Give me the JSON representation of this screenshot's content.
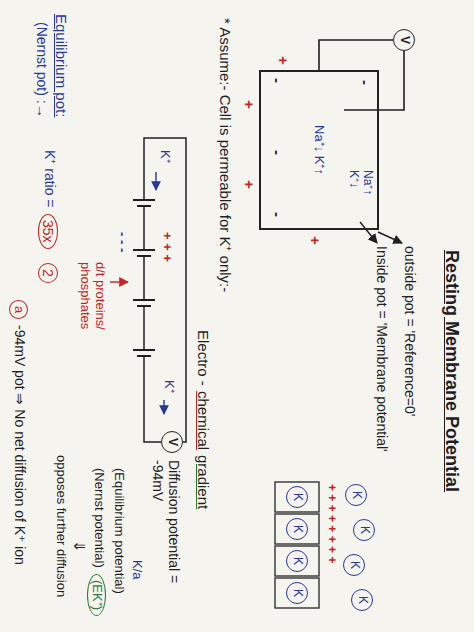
{
  "diagram": {
    "title": "Resting Membrane Potential",
    "nodes": [
      {
        "text": [
          "Na⁺↓ K⁺↑"
        ]
      },
      {
        "text": [
          "V"
        ]
      },
      {
        "text": [
          "K"
        ]
      },
      {
        "text": [
          "K"
        ]
      },
      {
        "text": [
          "K"
        ]
      },
      {
        "text": [
          "K"
        ]
      },
      {
        "text": [
          "K"
        ]
      },
      {
        "text": [
          "K"
        ]
      },
      {
        "text": [
          "K"
        ]
      },
      {
        "text": [
          "K"
        ]
      },
      {
        "text": [
          "V"
        ]
      }
    ],
    "edges": [
      {
        "from": 1,
        "to": 0,
        "arrow": "none"
      }
    ],
    "labels": [
      "Na⁺↑ K⁺↓",
      "+",
      "+",
      "+",
      "+",
      "-",
      "-",
      "-",
      "-",
      "outside pot = 'Reference=0'",
      "Inside pot = 'Membrane potential'",
      "+ + + + + + + +",
      "* Assume:- Cell is permeable for K⁺ only:-",
      "Electro -",
      "chemical",
      "gradient",
      "K⁺",
      "+ + +",
      "- - -",
      "K⁺",
      "d/t proteins/ phosphates",
      "Diffusion potential = -94mV",
      "K/a",
      "(Equilibrium potential)",
      "(Nernst potential)",
      "(EK⁺)",
      "⇓",
      "opposes further diffusion",
      "Equilibrium pot:",
      "(Nernst pot)",
      ":→",
      "K⁺ ratio =",
      "35x",
      "2",
      "a",
      "-94mV pot ⇒ No net diffusion of K⁺ ion"
    ]
  }
}
